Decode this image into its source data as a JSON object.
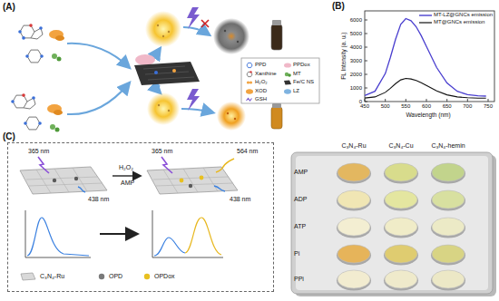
{
  "diagram": {
    "nodes": [
      {
        "text": [
          "365 nm",
          "438 nm",
          "H₂O₂",
          "AMP",
          "365 nm",
          "564 nm",
          "438 nm"
        ]
      },
      {
        "text": [
          "C₃N₄-Ru",
          "C₃N₄-Cu",
          "C₃N₄-hemin",
          "AMP",
          "ADP",
          "ATP",
          "Pi",
          "PPi"
        ]
      }
    ],
    "labels": [
      "(A)",
      "(B)",
      "(C)",
      "0",
      "1000",
      "2000",
      "3000",
      "4000",
      "5000",
      "6000",
      "450",
      "500",
      "550",
      "600",
      "650",
      "700",
      "750",
      "FL Intensity (a. u.)",
      "Wavelength (nm)"
    ],
    "legend": [
      {
        "text": "PPD"
      },
      {
        "text": "PPDox"
      },
      {
        "text": "Xanthine"
      },
      {
        "text": "MT"
      },
      {
        "text": "H₂O₂"
      },
      {
        "text": "Fe/C NS"
      },
      {
        "text": "XOD"
      },
      {
        "text": "LZ"
      },
      {
        "text": "GSH"
      },
      {
        "text": "MT-LZ@GNCs emission"
      },
      {
        "text": "MT@GNCs emission"
      },
      {
        "text": "C₃N₄-Ru"
      },
      {
        "text": "OPD"
      },
      {
        "text": "OPDox"
      }
    ]
  }
}
